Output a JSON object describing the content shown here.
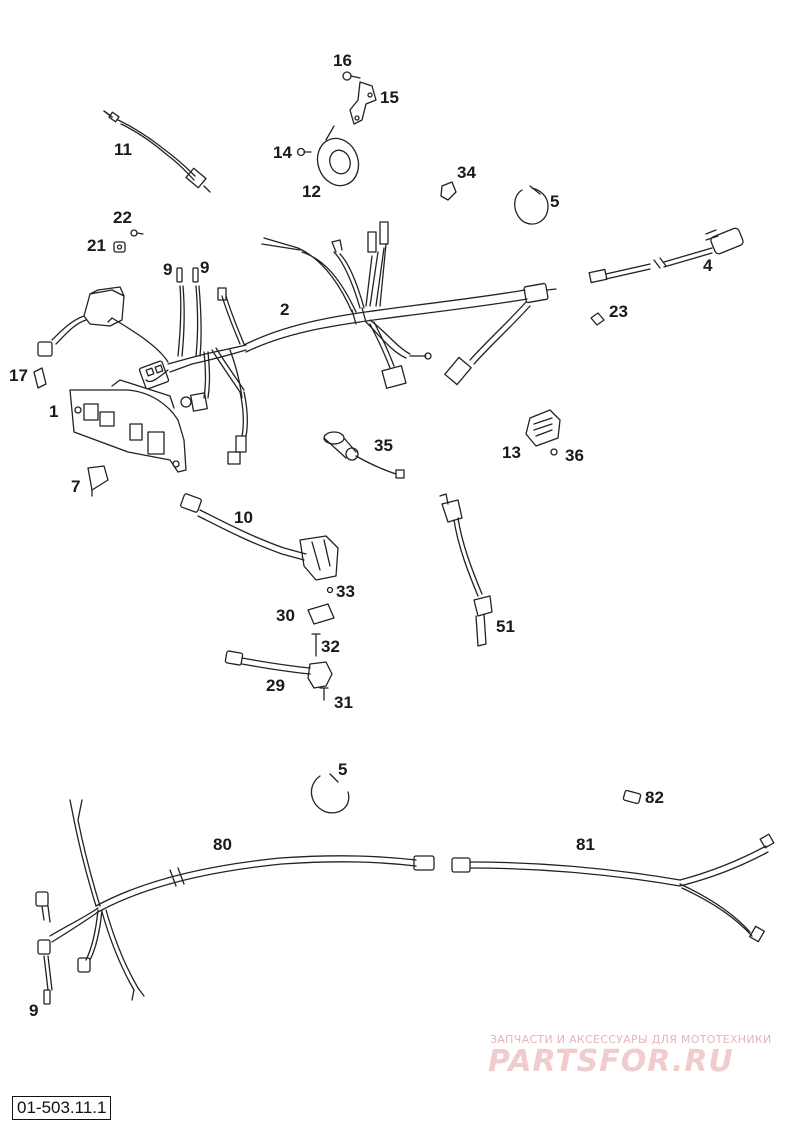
{
  "callouts": [
    {
      "id": "c1",
      "text": "1"
    },
    {
      "id": "c2",
      "text": "2"
    },
    {
      "id": "c4",
      "text": "4"
    },
    {
      "id": "c5a",
      "text": "5"
    },
    {
      "id": "c5b",
      "text": "5"
    },
    {
      "id": "c7",
      "text": "7"
    },
    {
      "id": "c9a",
      "text": "9"
    },
    {
      "id": "c9b",
      "text": "9"
    },
    {
      "id": "c9c",
      "text": "9"
    },
    {
      "id": "c10",
      "text": "10"
    },
    {
      "id": "c11",
      "text": "11"
    },
    {
      "id": "c12",
      "text": "12"
    },
    {
      "id": "c13",
      "text": "13"
    },
    {
      "id": "c14",
      "text": "14"
    },
    {
      "id": "c15",
      "text": "15"
    },
    {
      "id": "c16",
      "text": "16"
    },
    {
      "id": "c17",
      "text": "17"
    },
    {
      "id": "c21",
      "text": "21"
    },
    {
      "id": "c22",
      "text": "22"
    },
    {
      "id": "c23",
      "text": "23"
    },
    {
      "id": "c29",
      "text": "29"
    },
    {
      "id": "c30",
      "text": "30"
    },
    {
      "id": "c31",
      "text": "31"
    },
    {
      "id": "c32",
      "text": "32"
    },
    {
      "id": "c33",
      "text": "33"
    },
    {
      "id": "c34",
      "text": "34"
    },
    {
      "id": "c35",
      "text": "35"
    },
    {
      "id": "c36",
      "text": "36"
    },
    {
      "id": "c51",
      "text": "51"
    },
    {
      "id": "c80",
      "text": "80"
    },
    {
      "id": "c81",
      "text": "81"
    },
    {
      "id": "c82",
      "text": "82"
    }
  ],
  "diagram_code": "01-503.11.1",
  "watermark": {
    "tagline": "ЗАПЧАСТИ И АКСЕССУАРЫ ДЛЯ МОТОТЕХНИКИ",
    "logo": "PARTSFOR.RU"
  },
  "colors": {
    "line": "#222222",
    "watermark": "#e8b4b4"
  }
}
